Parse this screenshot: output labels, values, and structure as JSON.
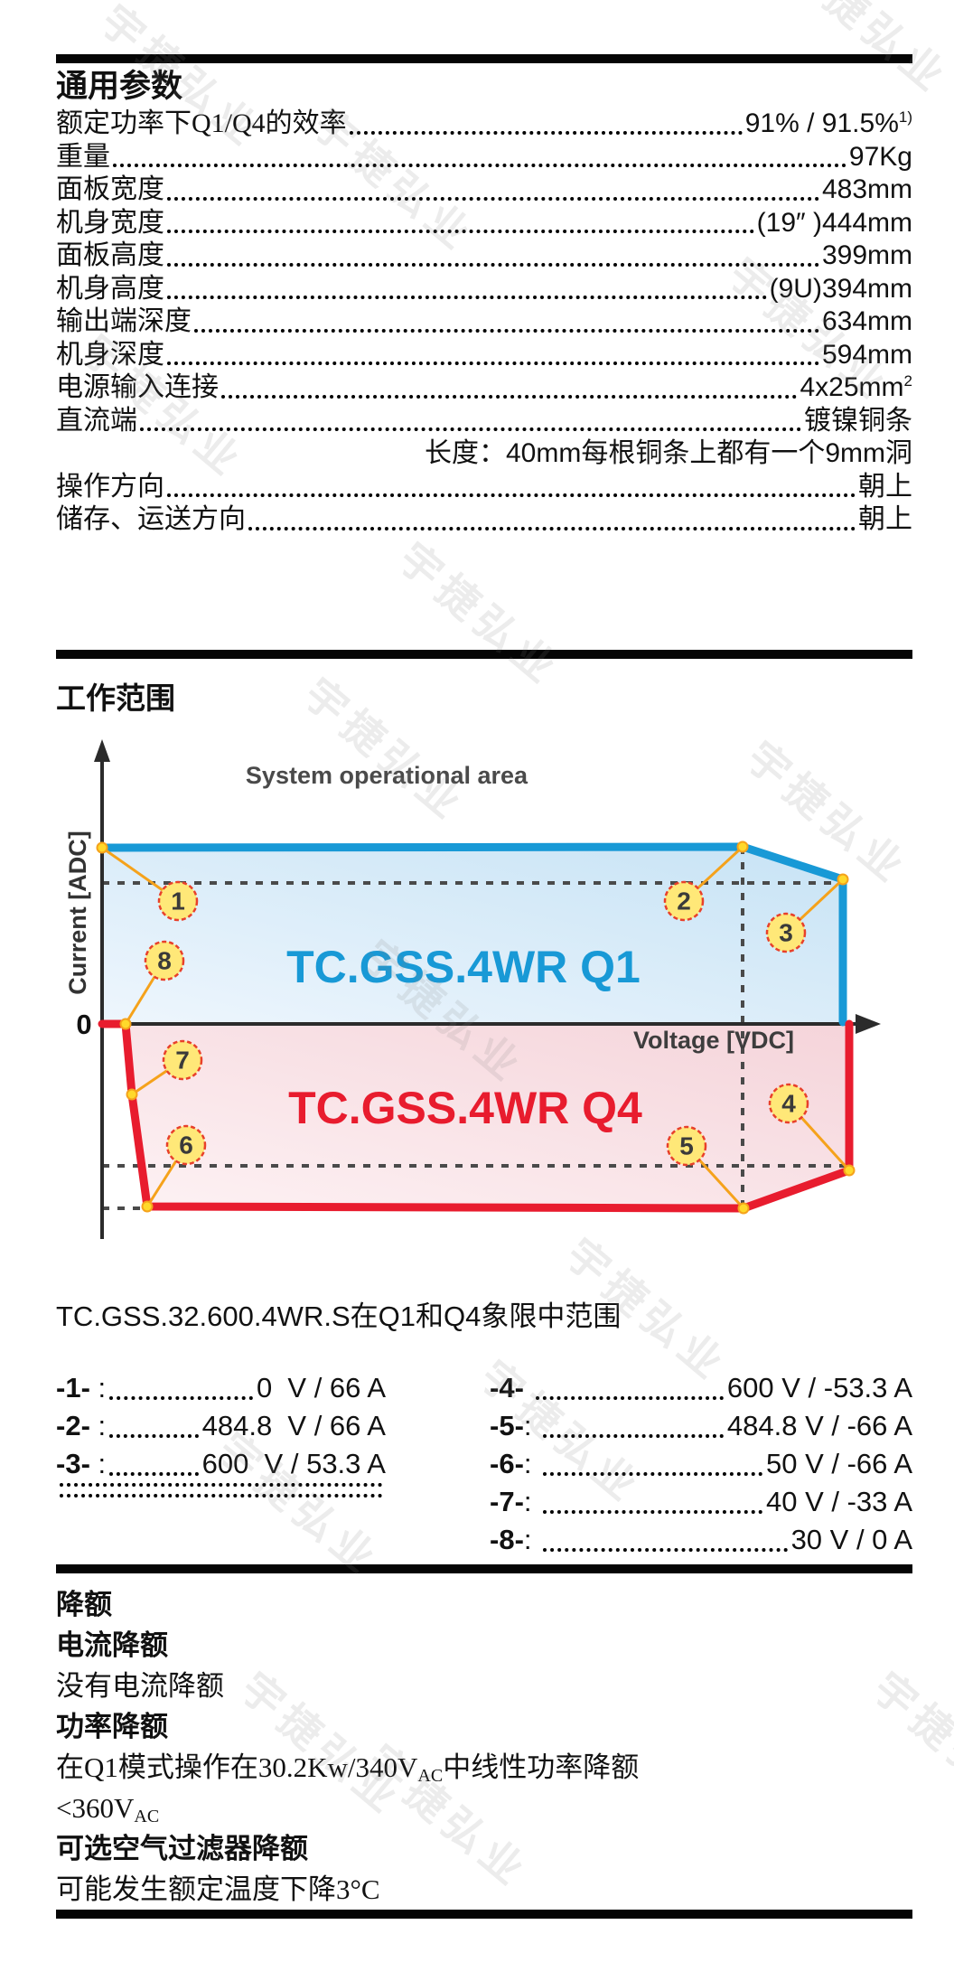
{
  "watermark": {
    "text": "宇捷弘业"
  },
  "general": {
    "title": "通用参数",
    "rows": [
      {
        "label": "额定功率下Q1/Q4的效率",
        "value": "91% / 91.5%",
        "sup": "1)"
      },
      {
        "label": "重量",
        "value": "97Kg"
      },
      {
        "label": "面板宽度",
        "value": "483mm"
      },
      {
        "label": "机身宽度",
        "value": "(19″ )444mm"
      },
      {
        "label": "面板高度",
        "value": "399mm"
      },
      {
        "label": "机身高度",
        "value": "(9U)394mm"
      },
      {
        "label": "输出端深度",
        "value": "634mm"
      },
      {
        "label": "机身深度",
        "value": "594mm"
      },
      {
        "label": "电源输入连接",
        "value": "4x25mm",
        "sup": "2"
      },
      {
        "label": "直流端",
        "value": "镀镍铜条"
      },
      {
        "label": "",
        "value": "长度：40mm每根铜条上都有一个9mm洞",
        "no_dots": true
      },
      {
        "label": "操作方向",
        "value": "朝上"
      },
      {
        "label": "储存、运送方向",
        "value": "朝上"
      }
    ]
  },
  "operating": {
    "title": "工作范围",
    "subtitle": "TC.GSS.32.600.4WR.S在Q1和Q4象限中范围",
    "points_left": [
      {
        "marker": "-1-",
        "colon": " :",
        "value": "0  V / 66 A"
      },
      {
        "marker": "-2-",
        "colon": " :",
        "value": "484.8  V / 66 A"
      },
      {
        "marker": "-3-",
        "colon": " :",
        "value": "600  V / 53.3 A"
      },
      {
        "marker": "",
        "colon": "",
        "value": ""
      },
      {
        "marker": "",
        "colon": "",
        "value": ""
      }
    ],
    "points_right": [
      {
        "marker": "-4-",
        "colon": " ",
        "value": "600 V / -53.3 A"
      },
      {
        "marker": "-5-",
        "colon": ": ",
        "value": "484.8 V / -66 A"
      },
      {
        "marker": "-6-",
        "colon": ": ",
        "value": "50 V / -66 A"
      },
      {
        "marker": "-7-",
        "colon": ": ",
        "value": "40 V / -33 A"
      },
      {
        "marker": "-8-",
        "colon": ": ",
        "value": "30 V / 0 A"
      }
    ]
  },
  "chart_data": {
    "type": "area",
    "title": "System operational area",
    "xlabel": "Voltage [VDC]",
    "ylabel": "Current [ADC]",
    "origin_label": "0",
    "xlim": [
      0,
      600
    ],
    "ylim": [
      -66,
      66
    ],
    "grid": "dashed reference lines at 484.8 V, +53.3 A, -53.3 A, -66 A",
    "regions": [
      {
        "name": "TC.GSS.4WR Q1",
        "quadrant": "Q1",
        "color": "#1899d6",
        "outline_va": [
          [
            0,
            66
          ],
          [
            484.8,
            66
          ],
          [
            600,
            53.3
          ],
          [
            600,
            0
          ],
          [
            0,
            0
          ]
        ]
      },
      {
        "name": "TC.GSS.4WR Q4",
        "quadrant": "Q4",
        "color": "#e81c2e",
        "outline_va": [
          [
            0,
            0
          ],
          [
            30,
            0
          ],
          [
            40,
            -33
          ],
          [
            50,
            -66
          ],
          [
            484.8,
            -66
          ],
          [
            600,
            -53.3
          ],
          [
            600,
            0
          ]
        ]
      }
    ],
    "labeled_points": [
      {
        "id": "1",
        "voltage": 0,
        "current": 66
      },
      {
        "id": "2",
        "voltage": 484.8,
        "current": 66
      },
      {
        "id": "3",
        "voltage": 600,
        "current": 53.3
      },
      {
        "id": "4",
        "voltage": 600,
        "current": -53.3
      },
      {
        "id": "5",
        "voltage": 484.8,
        "current": -66
      },
      {
        "id": "6",
        "voltage": 50,
        "current": -66
      },
      {
        "id": "7",
        "voltage": 40,
        "current": -33
      },
      {
        "id": "8",
        "voltage": 30,
        "current": 0
      }
    ],
    "colors": {
      "q1_line": "#1899d6",
      "q1_fill_light": "#eef6fd",
      "q1_fill_deep": "#c7e3f5",
      "q4_line": "#e81c2e",
      "q4_fill_light": "#fdf2f4",
      "q4_fill_deep": "#f5d4da",
      "callout_fill": "#ffe878",
      "callout_stroke": "#e8402a",
      "connector": "#f5a21b",
      "axis": "#2b2b2b",
      "dashed": "#4a4a4a",
      "title": "#4a4a4a"
    }
  },
  "derating": {
    "lines": [
      {
        "bold": true,
        "segs": [
          {
            "t": "降额"
          }
        ]
      },
      {
        "bold": true,
        "segs": [
          {
            "t": "电流降额"
          }
        ]
      },
      {
        "bold": false,
        "segs": [
          {
            "t": "没有电流降额"
          }
        ]
      },
      {
        "bold": true,
        "segs": [
          {
            "t": "功率降额"
          }
        ]
      },
      {
        "bold": false,
        "segs": [
          {
            "t": "在Q1模式操作在30.2Kw/340V"
          },
          {
            "sub": "AC"
          },
          {
            "t": "中线性功率降额"
          }
        ]
      },
      {
        "bold": false,
        "segs": [
          {
            "t": "<360V"
          },
          {
            "sub": "AC"
          }
        ]
      },
      {
        "bold": true,
        "segs": [
          {
            "t": "可选空气过滤器降额"
          }
        ]
      },
      {
        "bold": false,
        "segs": [
          {
            "t": "可能发生额定温度下降3°C"
          }
        ]
      }
    ]
  }
}
